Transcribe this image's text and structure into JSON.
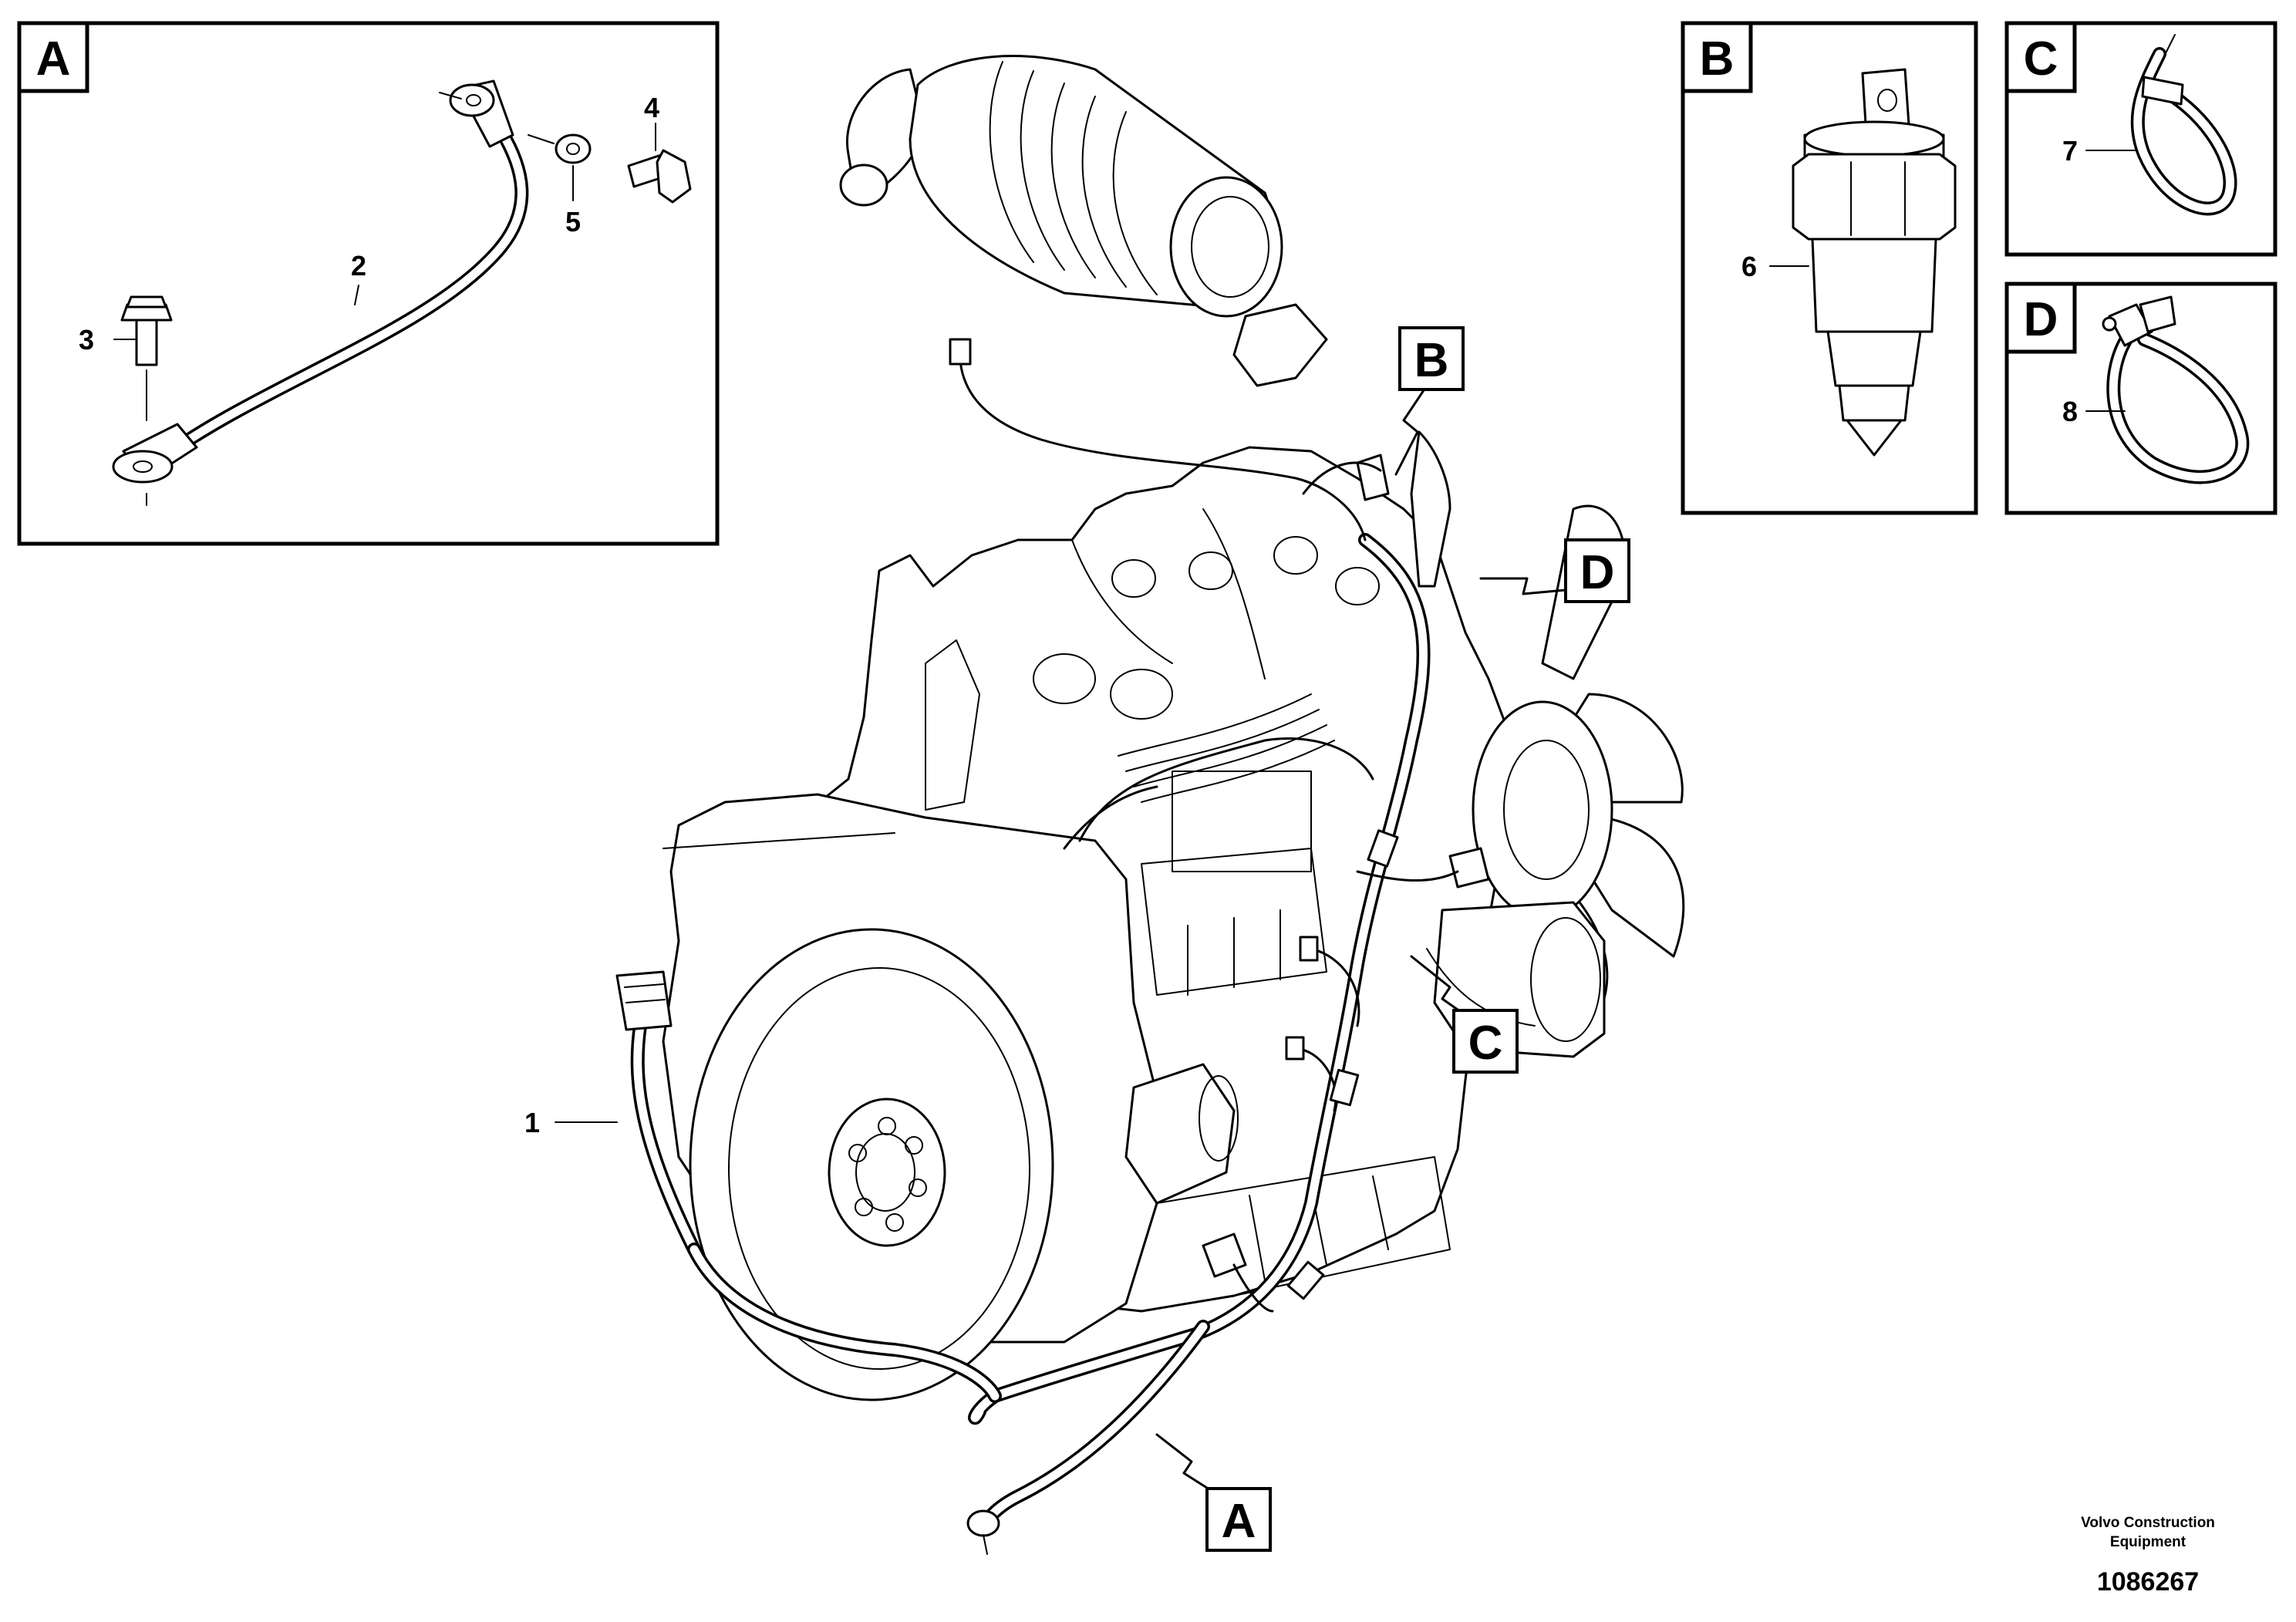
{
  "detail_views": [
    {
      "key": "A",
      "letter": "A"
    },
    {
      "key": "B",
      "letter": "B"
    },
    {
      "key": "C",
      "letter": "C"
    },
    {
      "key": "D",
      "letter": "D"
    }
  ],
  "callouts": {
    "A": "A",
    "B": "B",
    "C": "C",
    "D": "D"
  },
  "part_numbers": {
    "p1": "1",
    "p2": "2",
    "p3": "3",
    "p4": "4",
    "p5": "5",
    "p6": "6",
    "p7": "7",
    "p8": "8"
  },
  "footer": {
    "company_line1": "Volvo Construction",
    "company_line2": "Equipment",
    "document_number": "1086267"
  }
}
